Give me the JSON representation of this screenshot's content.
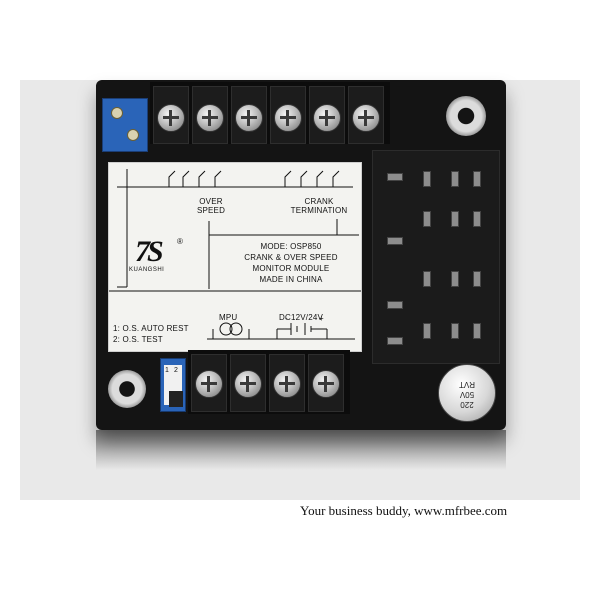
{
  "label": {
    "over_speed_1": "OVER",
    "over_speed_2": "SPEED",
    "crank_1": "CRANK",
    "crank_2": "TERMINATION",
    "model": "MODE:  OSP850",
    "desc_1": "CRANK & OVER SPEED",
    "desc_2": "MONITOR MODULE",
    "origin": "MADE IN CHINA",
    "brand": "KUANGSHI",
    "option_1": "1: O.S. AUTO REST",
    "option_2": "2: O.S. TEST",
    "mpu": "MPU",
    "power": "DC12V/24V"
  },
  "capacitor": {
    "line1": "220",
    "line2": "50V",
    "line3": "RVT"
  },
  "switch_labels": [
    "1",
    "2"
  ],
  "watermark": "Your business buddy,  www.mfrbee.com"
}
